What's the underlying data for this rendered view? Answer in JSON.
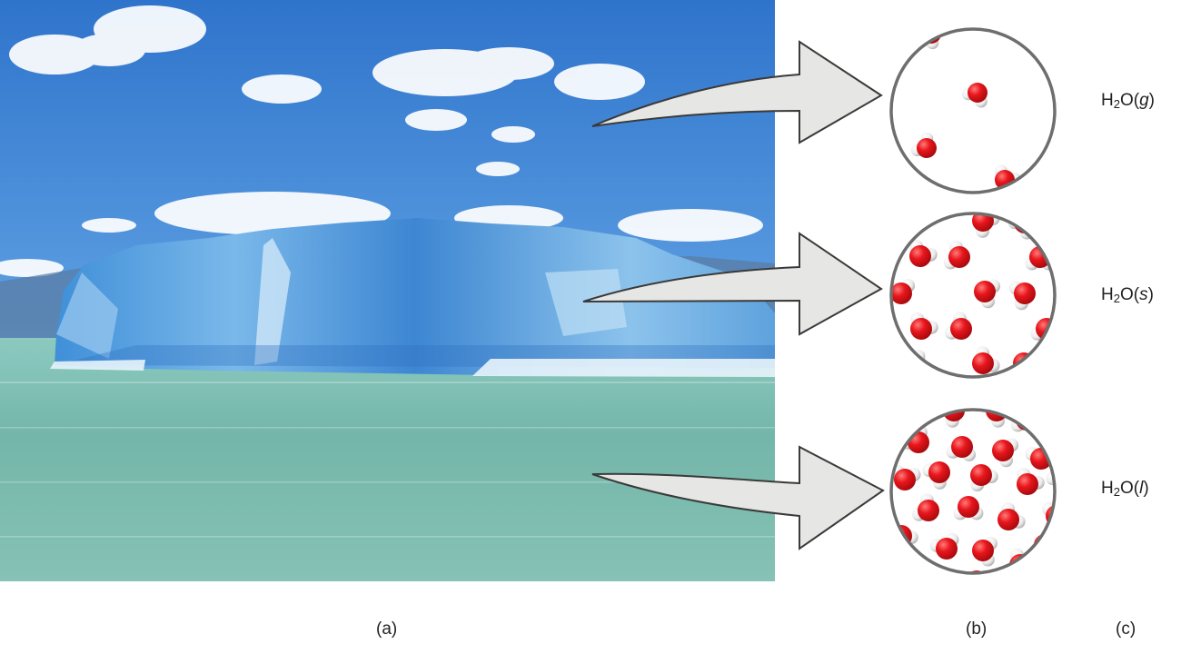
{
  "figure": {
    "panel_labels": {
      "a": "(a)",
      "b": "(b)",
      "c": "(c)"
    },
    "states": [
      {
        "id": "gas",
        "prefix": "H",
        "subscript": "2",
        "mid": "O(",
        "state": "g",
        "suffix": ")"
      },
      {
        "id": "solid",
        "prefix": "H",
        "subscript": "2",
        "mid": "O(",
        "state": "s",
        "suffix": ")"
      },
      {
        "id": "liquid",
        "prefix": "H",
        "subscript": "2",
        "mid": "O(",
        "state": "l",
        "suffix": ")"
      }
    ],
    "colors": {
      "oxygen": "#e0161b",
      "hydrogen": "#f2f2f2",
      "arrow_fill": "#e6e6e4",
      "circle_stroke": "#6e6e6e",
      "sky": "#3f86d6",
      "water": "#7cbcb0",
      "ice": "#5aa6e0"
    }
  }
}
